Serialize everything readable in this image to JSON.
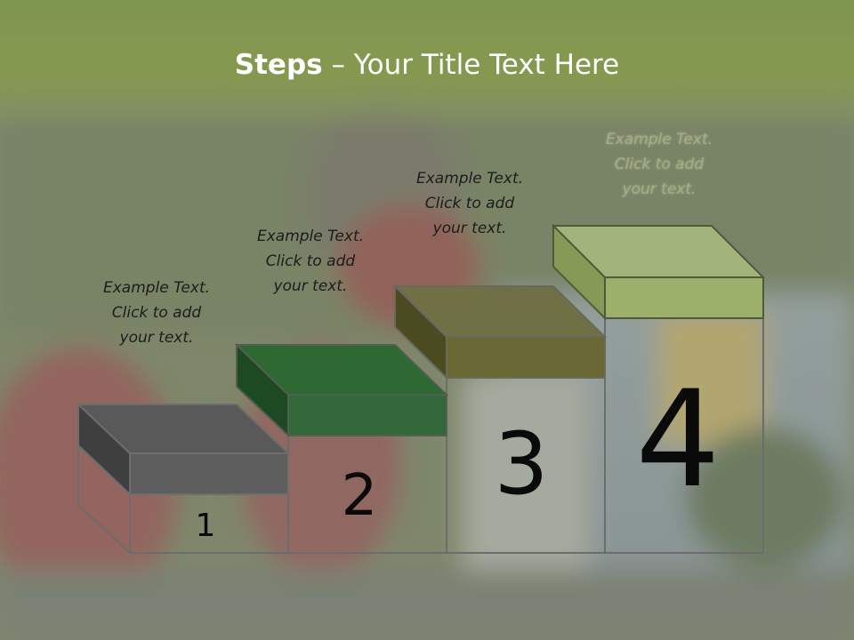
{
  "slide": {
    "title_bold": "Steps",
    "title_rest": " – Your Title Text Here"
  },
  "steps": [
    {
      "number": "1",
      "caption": [
        "Example Text.",
        "Click  to add",
        "your text."
      ],
      "color": "#5a5a5a"
    },
    {
      "number": "2",
      "caption": [
        "Example Text.",
        "Click  to add",
        "your text."
      ],
      "color": "#2f6a35"
    },
    {
      "number": "3",
      "caption": [
        "Example Text.",
        "Click  to add",
        "your text."
      ],
      "color": "#6b6a32"
    },
    {
      "number": "4",
      "caption": [
        "Example Text.",
        "Click  to add",
        "your text."
      ],
      "color": "#93ab66"
    }
  ]
}
